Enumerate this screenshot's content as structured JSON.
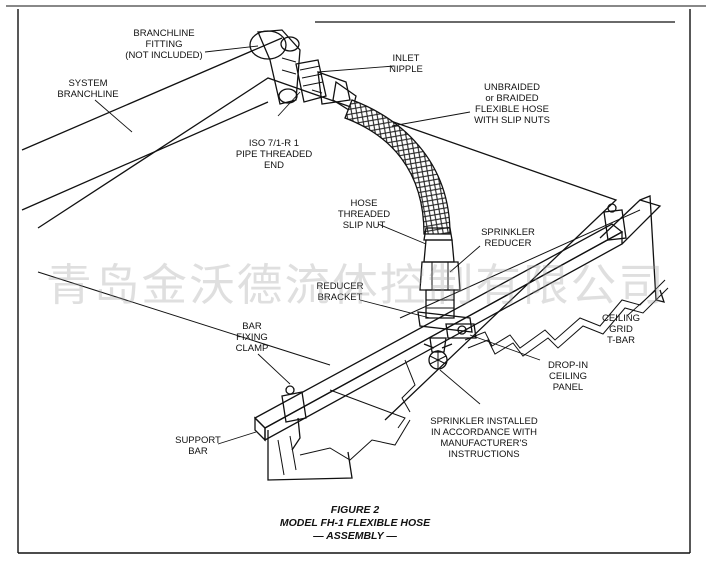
{
  "labels": {
    "branchline_fitting": [
      "BRANCHLINE",
      "FITTING",
      "(NOT INCLUDED)"
    ],
    "system_branchline": [
      "SYSTEM",
      "BRANCHLINE"
    ],
    "inlet_nipple": [
      "INLET",
      "NIPPLE"
    ],
    "hose_type": [
      "UNBRAIDED",
      "or BRAIDED",
      "FLEXIBLE HOSE",
      "WITH SLIP NUTS"
    ],
    "iso_thread": [
      "ISO 7/1-R 1",
      "PIPE THREADED",
      "END"
    ],
    "hose_slip_nut": [
      "HOSE",
      "THREADED",
      "SLIP NUT"
    ],
    "sprinkler_reducer": [
      "SPRINKLER",
      "REDUCER"
    ],
    "reducer_bracket": [
      "REDUCER",
      "BRACKET"
    ],
    "bar_fixing_clamp": [
      "BAR",
      "FIXING",
      "CLAMP"
    ],
    "ceiling_grid": [
      "CEILING",
      "GRID",
      "T-BAR"
    ],
    "ceiling_panel": [
      "DROP-IN",
      "CEILING",
      "PANEL"
    ],
    "support_bar": [
      "SUPPORT",
      "BAR"
    ],
    "sprinkler_note": [
      "SPRINKLER INSTALLED",
      "IN ACCORDANCE WITH",
      "MANUFACTURER'S",
      "INSTRUCTIONS"
    ]
  },
  "caption": {
    "line1": "FIGURE 2",
    "line2": "MODEL FH-1 FLEXIBLE HOSE",
    "line3": "— ASSEMBLY —"
  },
  "watermark": "青岛金沃德流体控制有限公司"
}
